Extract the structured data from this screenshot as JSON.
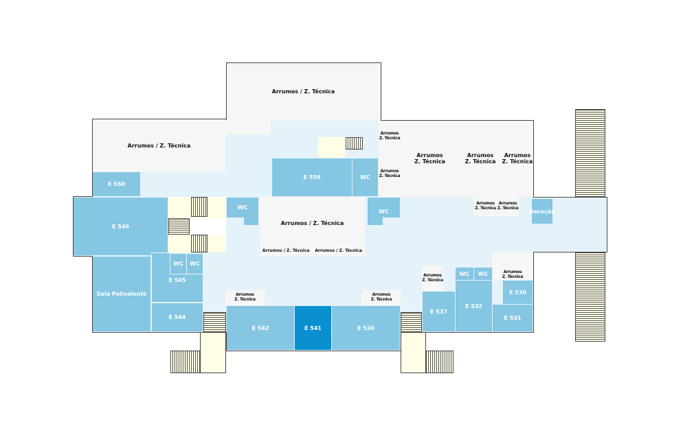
{
  "colors": {
    "corridor": "#e4f3f9",
    "storage": "#f6f6f6",
    "room": "#85c6e2",
    "selected_room": "#0a8fd0",
    "stairs": "#fffde6"
  },
  "labels": {
    "storage_top": "Arrumos / Z. Técnica",
    "storage_left": "Arrumos / Z. Técnica",
    "storage_center": "Arrumos / Z. Técnica",
    "storage_center_small_1": "Arrumos / Z. Técnica",
    "storage_center_small_2": "Arrumos / Z. Técnica",
    "storage_line1": "Arrumos",
    "storage_line2": "Z. Técnica",
    "e550": "E 550",
    "e549": "E 549",
    "sala": "Sala Polivalente",
    "e545": "E 545",
    "e544": "E 544",
    "wc": "WC",
    "e559": "E 559",
    "rececao": "Receção",
    "e542": "E 542",
    "e541": "E 541",
    "e536": "E 536",
    "e537": "E 537",
    "e532": "E 532",
    "e530": "E 530",
    "e531": "E 531"
  }
}
